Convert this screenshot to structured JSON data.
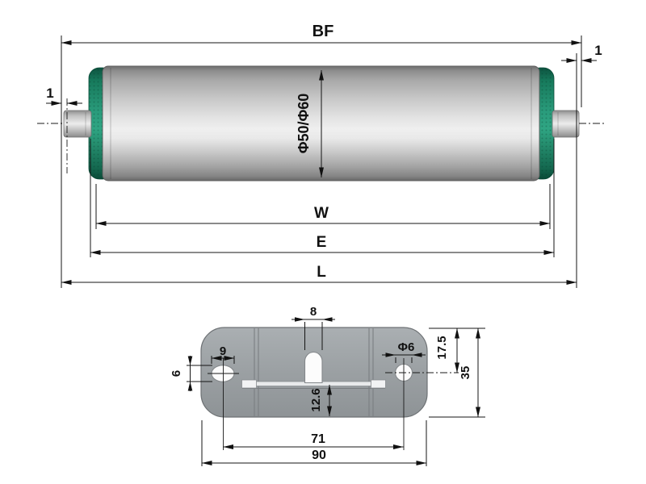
{
  "roller": {
    "bf": "BF",
    "gap_left": "1",
    "gap_right": "1",
    "diameter": "Φ50/Φ60",
    "tube_width": "W",
    "install_width": "E",
    "total_length": "L"
  },
  "bracket": {
    "slot_width": "8",
    "left_hole_width": "9",
    "left_hole_height": "6",
    "right_hole_diameter": "Φ6",
    "hole_center_offset": "17.5",
    "plate_height": "35",
    "rib_bottom_offset": "12.6",
    "hole_spacing": "71",
    "plate_width": "90"
  },
  "colors": {
    "cap_green": "#2a9c7c",
    "metal_light": "#efefef",
    "metal_dark": "#6d6d6d",
    "plate_gray": "#9ba0a3",
    "line": "#141414"
  }
}
